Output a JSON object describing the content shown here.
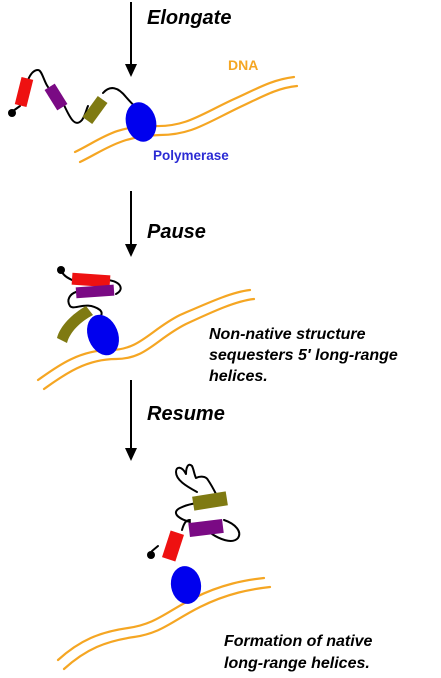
{
  "steps": {
    "elongate": "Elongate",
    "pause": "Pause",
    "resume": "Resume"
  },
  "labels": {
    "dna": "DNA",
    "polymerase": "Polymerase"
  },
  "captions": {
    "pause_line1": "Non-native structure",
    "pause_line2": "sequesters 5′ long-range",
    "pause_line3": "helices.",
    "resume_line1": "Formation of native",
    "resume_line2": "long-range helices."
  },
  "colors": {
    "dna": "#f5a623",
    "polymerase": "#0000ee",
    "polymerase_label": "#2b2bd4",
    "helix_red": "#ee1111",
    "helix_purple": "#7a0a84",
    "helix_olive": "#7f7a12",
    "rna_line": "#000000"
  }
}
